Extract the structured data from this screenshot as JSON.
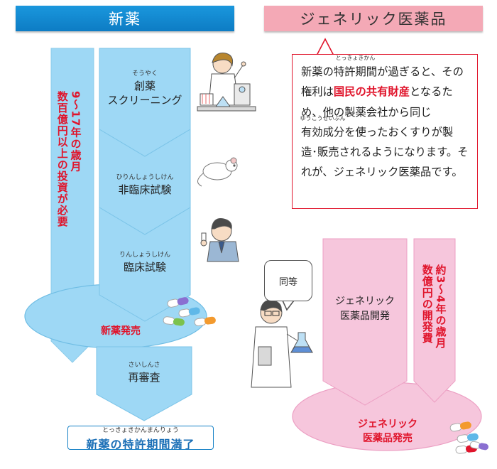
{
  "headers": {
    "new_drug": "新薬",
    "generic": "ジェネリック医薬品"
  },
  "new_drug_flow": {
    "period_line1": "9〜17年の歳月",
    "period_line2": "数百億円以上の投資が必要",
    "stages": [
      {
        "ruby": "そうやく",
        "label_line1": "創薬",
        "label_line2": "スクリーニング"
      },
      {
        "ruby": "ひりんしょうしけん",
        "label_line1": "非臨床試験",
        "label_line2": ""
      },
      {
        "ruby": "りんしょうしけん",
        "label_line1": "臨床試験",
        "label_line2": ""
      }
    ],
    "launch": "新薬発売",
    "reexam_ruby": "さいしんさ",
    "reexam": "再審査",
    "expiry_ruby": "とっきょきかんまんりょう",
    "expiry": "新薬の特許期間満了"
  },
  "callout": {
    "t1": "新薬の",
    "t2": "特許期間",
    "t2_ruby": "とっきょきかん",
    "t3": "が過ぎると、その権利は",
    "t4": "国民の共有財産",
    "t5": "となるため、他の製薬会社から同じ",
    "t6": "有効成分",
    "t6_ruby": "ゆうこうせいぶん",
    "t7": "を使ったおくすりが製造･販売されるようになります。それが、ジェネリック医薬品です。"
  },
  "generic_flow": {
    "speech": "同等",
    "dev_line1": "ジェネリック",
    "dev_line2": "医薬品開発",
    "period_line1": "約3〜4年の歳月",
    "period_line2": "数億円の開発費",
    "launch_line1": "ジェネリック",
    "launch_line2": "医薬品発売"
  },
  "colors": {
    "new_drug_header": "#1a97dd",
    "generic_header": "#f4a9b6",
    "new_arrow": "#9ed8f5",
    "generic_arrow": "#f6c6dc",
    "emphasis": "#e0142b"
  }
}
